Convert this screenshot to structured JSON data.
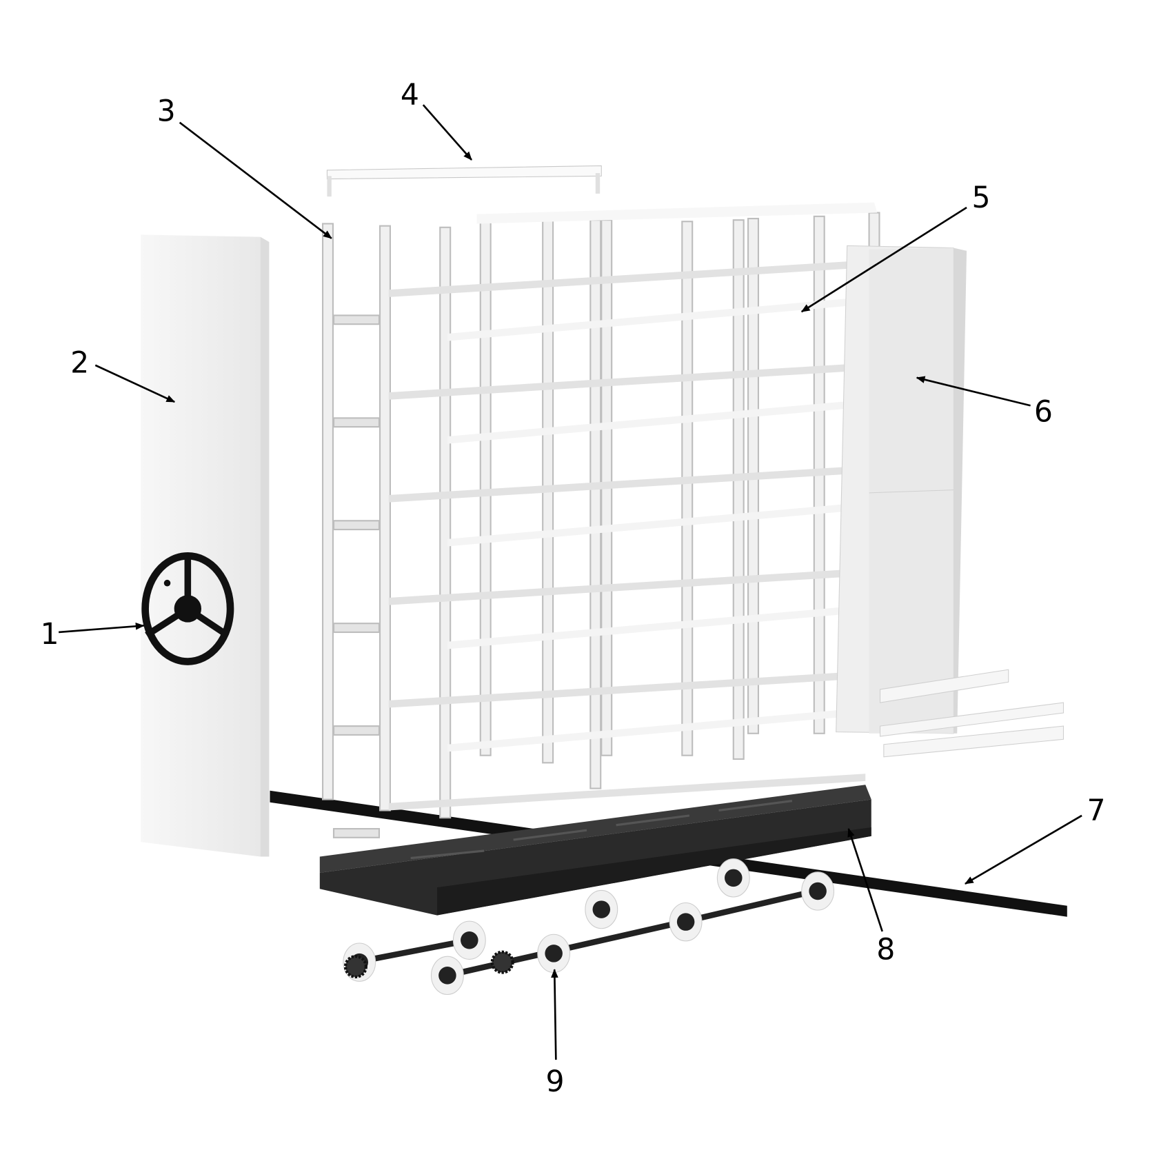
{
  "diagram": {
    "callouts": [
      {
        "id": "1",
        "part": "handwheel"
      },
      {
        "id": "2",
        "part": "end-panel"
      },
      {
        "id": "3",
        "part": "upright-frame"
      },
      {
        "id": "4",
        "part": "top-cover"
      },
      {
        "id": "5",
        "part": "shelf"
      },
      {
        "id": "6",
        "part": "side-panel"
      },
      {
        "id": "7",
        "part": "floor-rail"
      },
      {
        "id": "8",
        "part": "base-chassis"
      },
      {
        "id": "9",
        "part": "wheel-axle-assembly"
      }
    ],
    "colors": {
      "panel": "#f3f3f3",
      "steel": "#2a2a2a",
      "frame": "#e6e6e6",
      "line": "#000000"
    }
  }
}
